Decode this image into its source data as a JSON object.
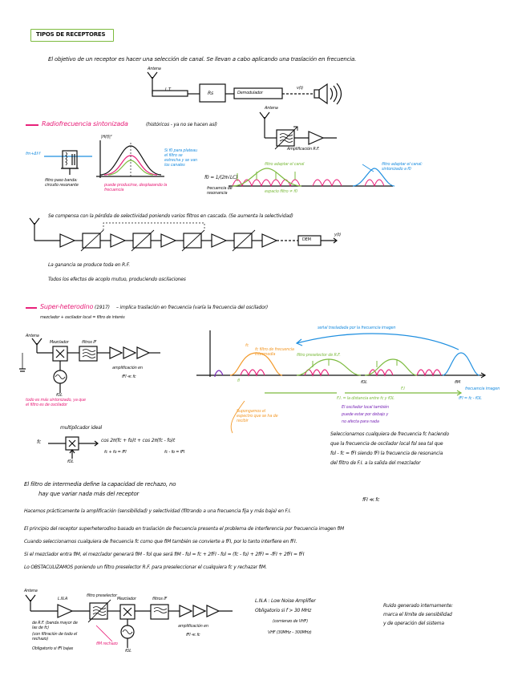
{
  "title": "TIPOS DE RECEPTORES",
  "intro": "El objetivo de un receptor es hacer una selección de canal. Se llevan a cabo aplicando una traslación en frecuencia.",
  "block1": {
    "antena": "Antena",
    "lt": "L.T.",
    "rs": "Rs",
    "demod": "Demodulador",
    "vt": "v(t)"
  },
  "trf": {
    "heading": "Radiofrecuencia sintonizada",
    "heading_note": "(históricos - ya no se hacen así)",
    "antena": "Antena",
    "amp": "Amplificación R.F.",
    "fmh": "fm+Δf·f",
    "hf": "|H(f)|²",
    "note_blue": "Si f0 para plateau el filtro se estrecha y se van los canales",
    "filter_caption": "filtro paso banda: circuito resonante",
    "pink_caption": "puede producirse, desplazando la frecuencia",
    "f0": "f0 = 1/(2π√LC)",
    "f0_caption": "frecuencia de resonancia",
    "green1": "filtro adaptar el canal",
    "green2": "filtro adaptar el canal: sintonizado a f0",
    "espacio": "espacio filtro ≠ f0"
  },
  "cascade": {
    "line": "Se compensa con la pérdida de selectividad poniendo varios filtros en cascada. (Se aumenta la selectividad)",
    "dem": "DEM",
    "yt": "y(t)",
    "note1": "La ganancia se produce toda en R.F.",
    "note2": "Todos los efectos de acoplo mutuo, produciendo oscilaciones"
  },
  "super": {
    "heading": "Super-heterodino",
    "year": "(1917)",
    "heading_rest": "– implica traslación en frecuencia (varía la frecuencia del oscilador)",
    "sub": "mezclador + oscilador local = filtro de interés",
    "antena": "Antena",
    "mezclador": "Mezclador",
    "filtro_if": "filtros IF",
    "amp_caption": "amplificación en",
    "fif": "fFI ≪ fc",
    "osc_note": "todo es más sintonizado, ya que el filtro es de oscilador",
    "fol": "fOL",
    "spec_fc": "fc",
    "spec_note1": "fc filtro de frecuencia intermedia",
    "spec_note2": "filtro preselector de R.F.",
    "spec_fi": "fI",
    "spec_fim": "fIM",
    "spec_fol": "fOL",
    "spec_fiv": "fFI = fc - fOL",
    "spec_img": "frecuencia imagen",
    "fi_label": "F.I",
    "fi_text": "F.I. = la distancia entre fc y fOL",
    "blue_arrow": "señal trasladada por la frecuencia imagen",
    "orange_note": "Supongamos el espectro que se ha de recibir",
    "purple1": "El oscilador local también",
    "purple2": "puede estar por debajo y",
    "purple3": "no afecta para nada"
  },
  "mixer": {
    "title": "multiplicador ideal",
    "fc": "fc",
    "fol": "fOL",
    "out": "cos 2π(fc + fo)t + cos 2π(fc - fo)t",
    "sum": "fc + fo = fFI",
    "diff": "fc - fo = fFI"
  },
  "text": {
    "right1": "Seleccionamos cualquiera de frecuencia fc haciendo",
    "right2": "que la frecuencia de oscilador local fol sea tal que",
    "right3": "fol - fc = fFI siendo fFI la frecuencia de resonancia",
    "right4": "del filtro de F.I. a la salida del mezclador",
    "p1": "El filtro de intermedia define la capacidad de rechazo, no",
    "p1b": "hay que variar nada más del receptor",
    "fif_lbl": "fFI ≪ fc",
    "p2": "Hacemos prácticamente la amplificación (sensibilidad) y selectividad (filtrando a una frecuencia fija y más baja) en F.I.",
    "p3": "El principio del receptor superheterodino basado en traslación de frecuencia presenta el problema de interferencia por frecuencia imagen fIM",
    "p4": "Cuando seleccionamos cualquiera de frecuencia fc como que fIM también se convierte a fFI, por lo tanto interfiere en fFI.",
    "p5": "Si el mezclador entra fIM, el mezclador generará fIM - fol que será fIM - fol = fc + 2fFI - fol = (fc - fo) + 2fFI = -fFI + 2fFI = fFI",
    "p6": "Lo OBSTACULIZAMOS poniendo un filtro preselector R.F. para preseleccionar el cualquiera fc y rechazar fIM."
  },
  "final": {
    "antena": "Antena",
    "lna": "L.N.A",
    "filtro_pre": "filtro preselector",
    "mezclador": "Mezclador",
    "filtros_if": "filtros IF",
    "lna_note": "de R.F. (banda mayor de las de fc)",
    "bandwidth": "(con filtración de todo el rechazo)",
    "fol": "fOL",
    "obligatorio": "Obligatorio si fFI bajas",
    "amp": "amplificación en",
    "fif": "fFI ≪ fc",
    "lna_def": "L.N.A : Low Noise Amplifier",
    "obligatorio_f": "Obligatorio si f > 30 MHz",
    "vhf": "(comienzo de VHF)",
    "vhf_range": "VHF (30MHz – 300MHz)",
    "noise1": "Ruido generado internamente:",
    "noise2": "marca el límite de sensibilidad",
    "noise3": "y de operación del sistema",
    "pink_diag": "fIM rechazo"
  },
  "colors": {
    "green": "#7dbb3f",
    "pink": "#e8217a",
    "blue": "#1f8fe0",
    "orange": "#f39a2b",
    "purple": "#7b2ab8",
    "black": "#111111"
  }
}
